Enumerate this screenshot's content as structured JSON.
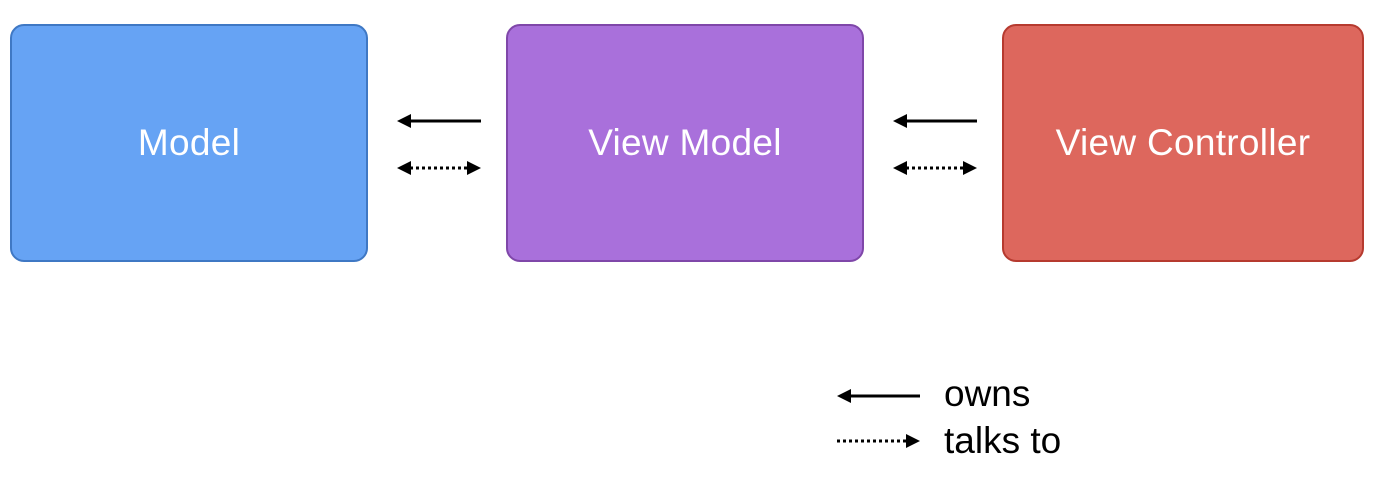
{
  "boxes": [
    {
      "label": "Model",
      "fill": "#66a3f4",
      "border": "#3f78c4"
    },
    {
      "label": "View Model",
      "fill": "#a970db",
      "border": "#7f47a9"
    },
    {
      "label": "View Controller",
      "fill": "#dd675d",
      "border": "#b63a2f"
    }
  ],
  "legend": {
    "owns": "owns",
    "talks_to": "talks to"
  }
}
